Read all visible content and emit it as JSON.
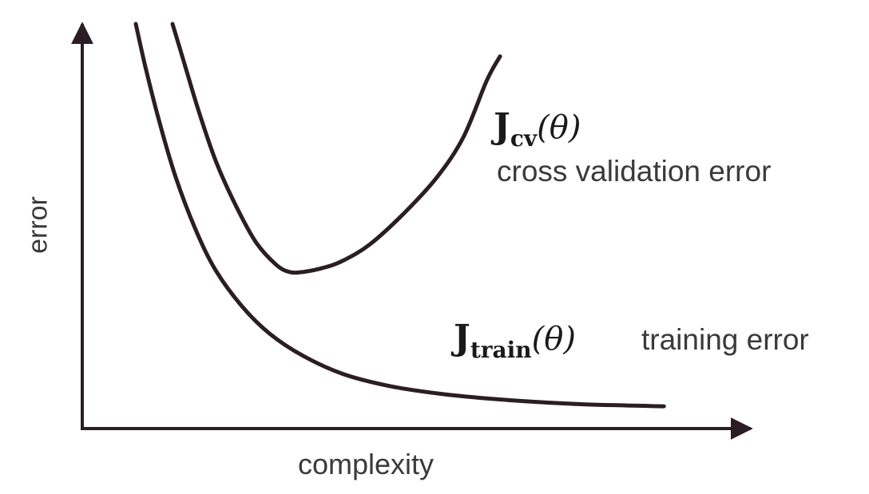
{
  "colors": {
    "axis": "#2a1e24",
    "curve": "#2a1e24",
    "text": "#3a3a3a"
  },
  "chart_data": {
    "type": "line",
    "title": "",
    "xlabel": "complexity",
    "ylabel": "error",
    "xlim": [
      0,
      10
    ],
    "ylim": [
      0,
      10
    ],
    "grid": false,
    "ticks": false,
    "series": [
      {
        "name": "J_cv(θ)",
        "symbol": "J",
        "subscript": "cv",
        "argument": "(θ)",
        "description": "cross validation error",
        "points": [
          [
            1.35,
            10.0
          ],
          [
            1.55,
            8.9
          ],
          [
            1.75,
            7.8
          ],
          [
            2.0,
            6.6
          ],
          [
            2.3,
            5.5
          ],
          [
            2.6,
            4.6
          ],
          [
            2.9,
            4.05
          ],
          [
            3.1,
            3.87
          ],
          [
            3.3,
            3.87
          ],
          [
            3.6,
            3.97
          ],
          [
            3.9,
            4.15
          ],
          [
            4.3,
            4.55
          ],
          [
            4.8,
            5.3
          ],
          [
            5.3,
            6.2
          ],
          [
            5.7,
            7.2
          ],
          [
            6.05,
            8.6
          ],
          [
            6.25,
            9.2
          ]
        ]
      },
      {
        "name": "J_train(θ)",
        "symbol": "J",
        "subscript": "train",
        "argument": "(θ)",
        "description": "training error",
        "points": [
          [
            0.8,
            10.0
          ],
          [
            0.95,
            8.9
          ],
          [
            1.15,
            7.6
          ],
          [
            1.4,
            6.2
          ],
          [
            1.7,
            4.9
          ],
          [
            2.0,
            3.9
          ],
          [
            2.4,
            3.0
          ],
          [
            2.8,
            2.35
          ],
          [
            3.3,
            1.8
          ],
          [
            3.9,
            1.35
          ],
          [
            4.6,
            1.05
          ],
          [
            5.4,
            0.85
          ],
          [
            6.4,
            0.7
          ],
          [
            7.5,
            0.6
          ],
          [
            8.7,
            0.55
          ]
        ]
      }
    ]
  }
}
